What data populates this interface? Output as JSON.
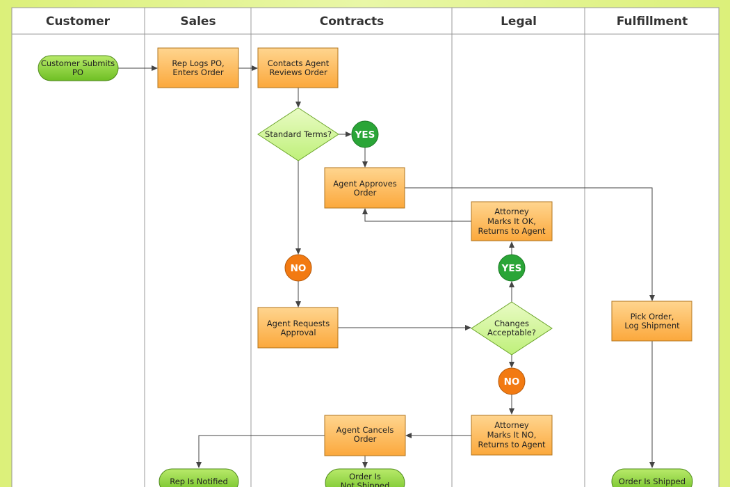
{
  "lanes": [
    {
      "name": "Customer"
    },
    {
      "name": "Sales"
    },
    {
      "name": "Contracts"
    },
    {
      "name": "Legal"
    },
    {
      "name": "Fulfillment"
    }
  ],
  "nodes": {
    "customer_submits_po": {
      "lines": [
        "Customer Submits",
        "PO"
      ]
    },
    "rep_logs_po": {
      "lines": [
        "Rep Logs PO,",
        "Enters Order"
      ]
    },
    "contacts_agent": {
      "lines": [
        "Contacts Agent",
        "Reviews Order"
      ]
    },
    "standard_terms": {
      "lines": [
        "Standard Terms?"
      ]
    },
    "yes_1": {
      "label": "YES"
    },
    "agent_approves": {
      "lines": [
        "Agent Approves",
        "Order"
      ]
    },
    "attorney_ok": {
      "lines": [
        "Attorney",
        "Marks It OK,",
        "Returns to Agent"
      ]
    },
    "yes_2": {
      "label": "YES"
    },
    "no_1": {
      "label": "NO"
    },
    "agent_requests": {
      "lines": [
        "Agent Requests",
        "Approval"
      ]
    },
    "changes_acceptable": {
      "lines": [
        "Changes",
        "Acceptable?"
      ]
    },
    "pick_order": {
      "lines": [
        "Pick Order,",
        "Log Shipment"
      ]
    },
    "no_2": {
      "label": "NO"
    },
    "agent_cancels": {
      "lines": [
        "Agent Cancels",
        "Order"
      ]
    },
    "attorney_no": {
      "lines": [
        "Attorney",
        "Marks It NO,",
        "Returns to Agent"
      ]
    },
    "rep_notified": {
      "lines": [
        "Rep Is Notified"
      ]
    },
    "order_not_shipped": {
      "lines": [
        "Order Is",
        "Not Shipped"
      ]
    },
    "order_shipped": {
      "lines": [
        "Order Is Shipped"
      ]
    }
  },
  "colors": {
    "terminal_fill": "#8fd13a",
    "process_fill": "#fdbb5a",
    "decision_fill": "#d6f59b",
    "yes_badge": "#2aa537",
    "no_badge": "#f27a12",
    "connector": "#444444"
  }
}
